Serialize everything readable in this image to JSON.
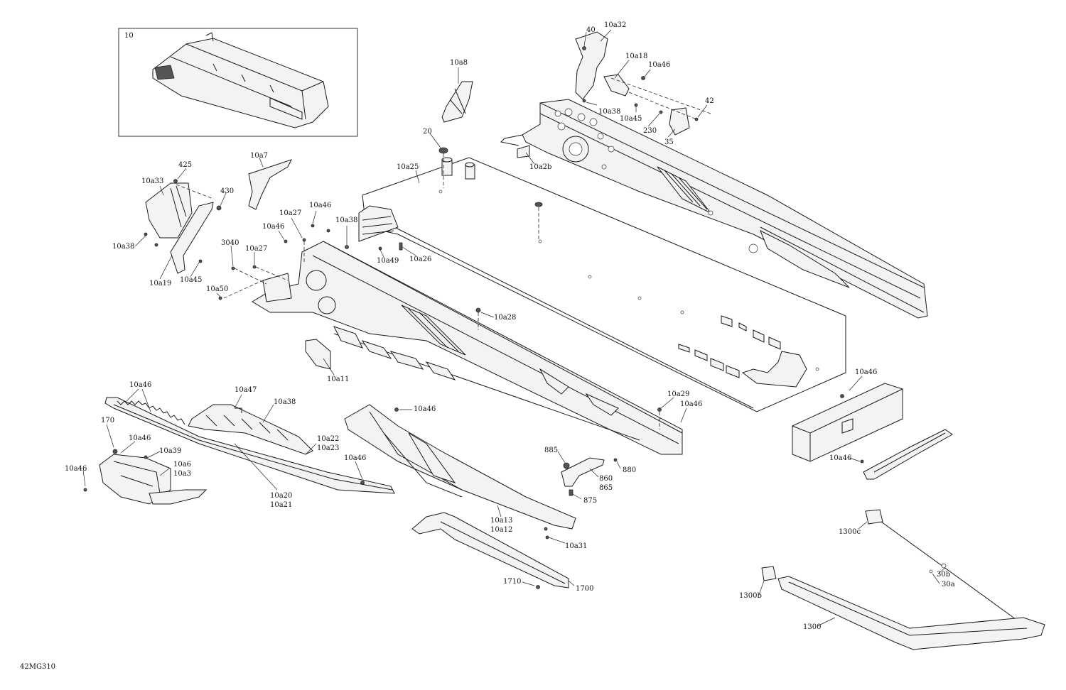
{
  "diagram": {
    "code": "42MG310",
    "inset_label": "10",
    "callouts": [
      "10a32",
      "40",
      "10a18",
      "10a46",
      "10a38",
      "10a45",
      "230",
      "42",
      "35",
      "10a8",
      "20",
      "10a25",
      "10a2b",
      "425",
      "10a33",
      "430",
      "10a7",
      "10a38",
      "10a19",
      "10a45",
      "10a27",
      "10a46",
      "10a46",
      "10a38",
      "3040",
      "10a27",
      "10a50",
      "10a49",
      "10a26",
      "10a28",
      "10a11",
      "10a46",
      "10a47",
      "10a38",
      "170",
      "10a46",
      "10a39",
      "10a6",
      "10a3",
      "10a46",
      "10a22",
      "10a23",
      "10a20",
      "10a21",
      "10a46",
      "10a46",
      "10a13",
      "10a12",
      "10a31",
      "1710",
      "1700",
      "885",
      "860",
      "865",
      "880",
      "875",
      "10a29",
      "10a46",
      "10a46",
      "10a46",
      "1300c",
      "30b",
      "30a",
      "1300b",
      "1300"
    ]
  }
}
